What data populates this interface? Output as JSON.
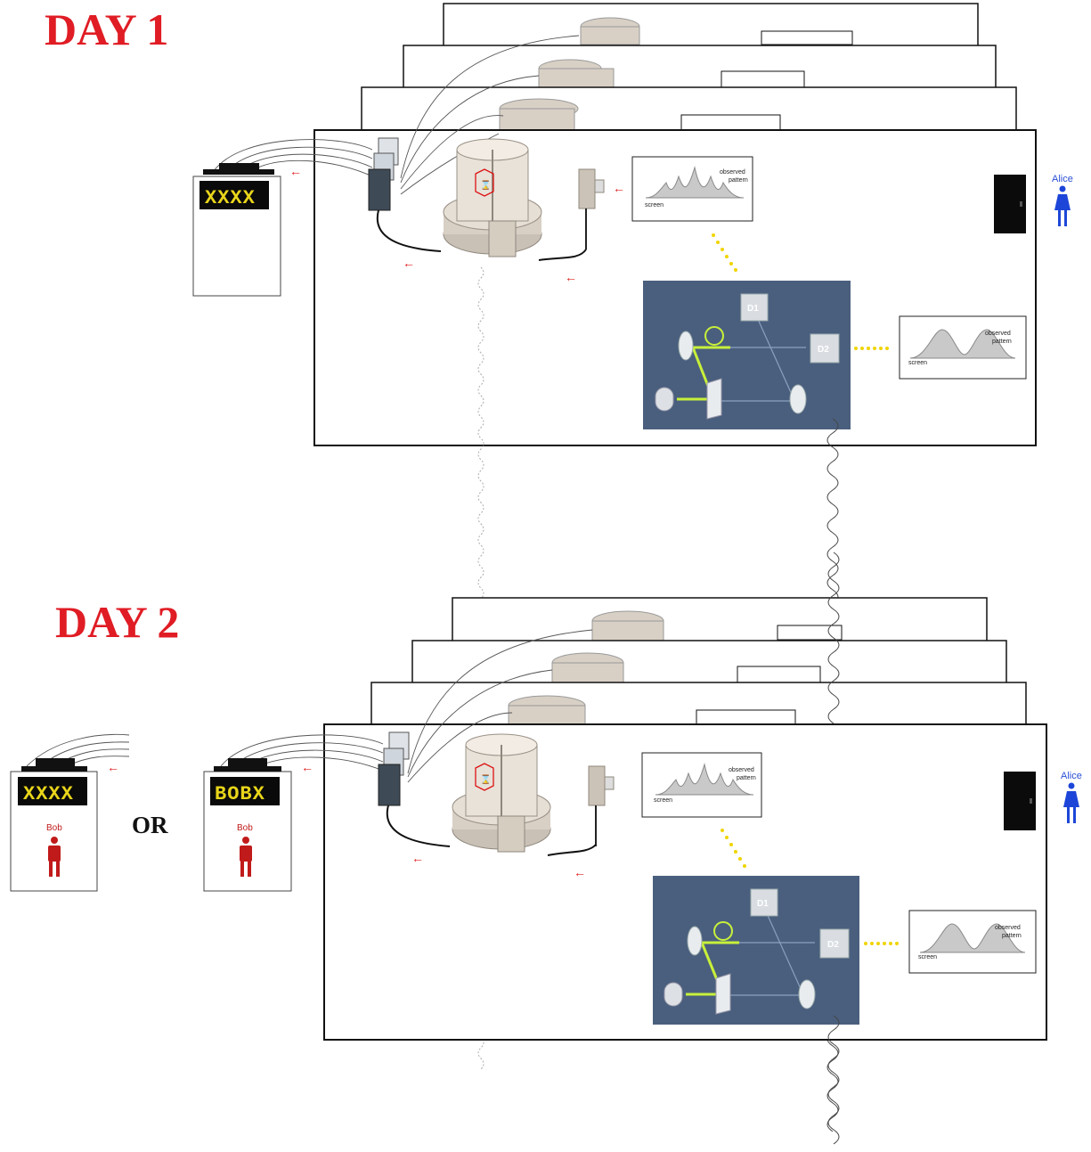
{
  "days": [
    {
      "title": "DAY 1",
      "alice_label": "Alice",
      "displays": [
        "XXXX"
      ]
    },
    {
      "title": "DAY 2",
      "alice_label": "Alice",
      "displays": [
        "XXXX",
        "BOBX"
      ],
      "bob_label": "Bob",
      "or_label": "OR"
    }
  ],
  "pattern_box": {
    "screen_label": "screen",
    "observed_label_1": "observed",
    "observed_label_2": "pattern"
  },
  "detectors": {
    "d1": "D1",
    "d2": "D2"
  },
  "colors": {
    "title_red": "#e01c24",
    "alice_blue": "#2a4fd6",
    "bob_red": "#c11a1a",
    "panel_blue": "#4a5f7e",
    "beam_green": "#c8f03a",
    "arrow_red": "#e02020"
  }
}
